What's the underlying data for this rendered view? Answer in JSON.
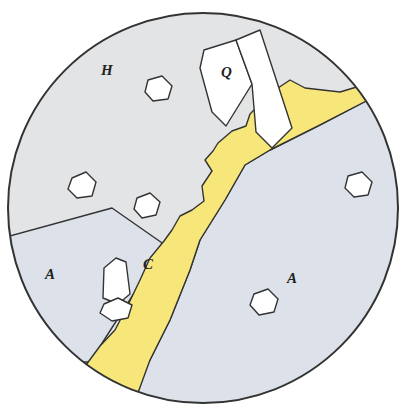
{
  "diagram": {
    "labels": [
      "H",
      "Q",
      "A",
      "C",
      "A"
    ]
  }
}
